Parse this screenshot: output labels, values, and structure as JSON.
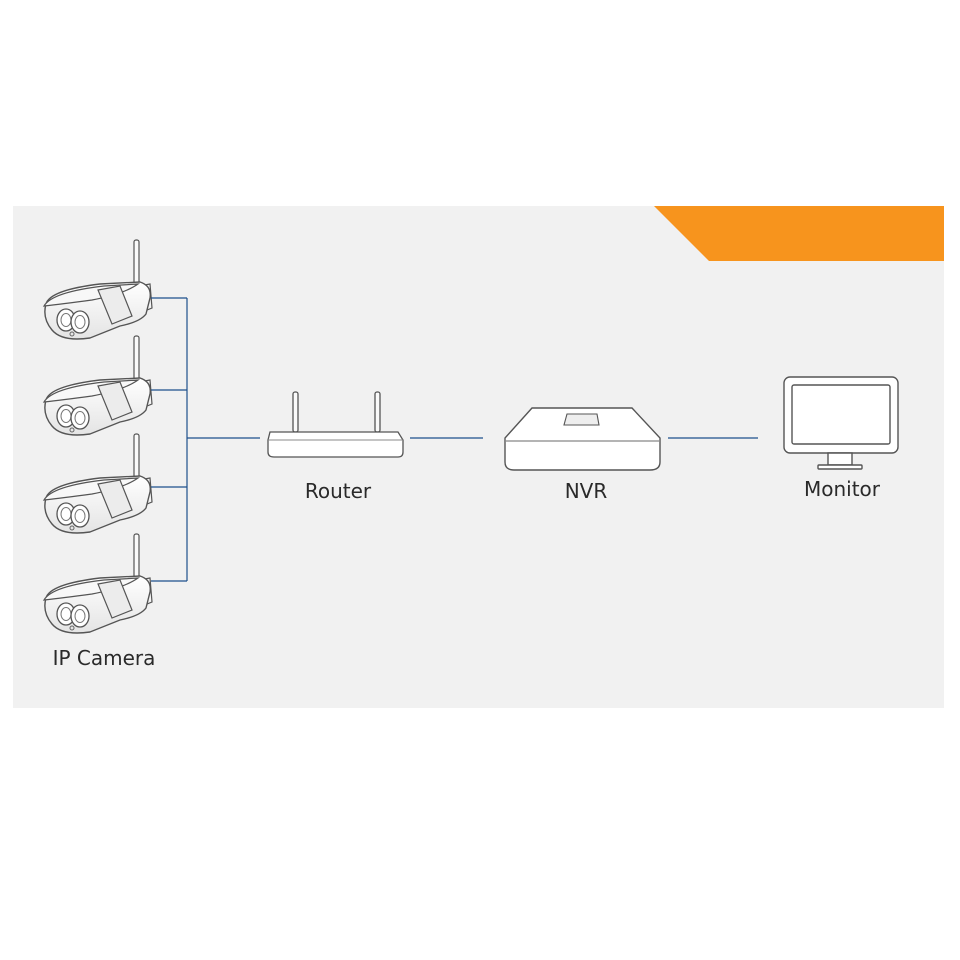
{
  "banner": {
    "title": "Local view instruction",
    "color": "#f7941d"
  },
  "devices": {
    "camera_label": "IP Camera",
    "router_label": "Router",
    "nvr_label": "NVR",
    "monitor_label": "Monitor"
  },
  "colors": {
    "link_line": "#1d4f8c",
    "panel": "#f1f1f1",
    "device_stroke": "#555555"
  }
}
